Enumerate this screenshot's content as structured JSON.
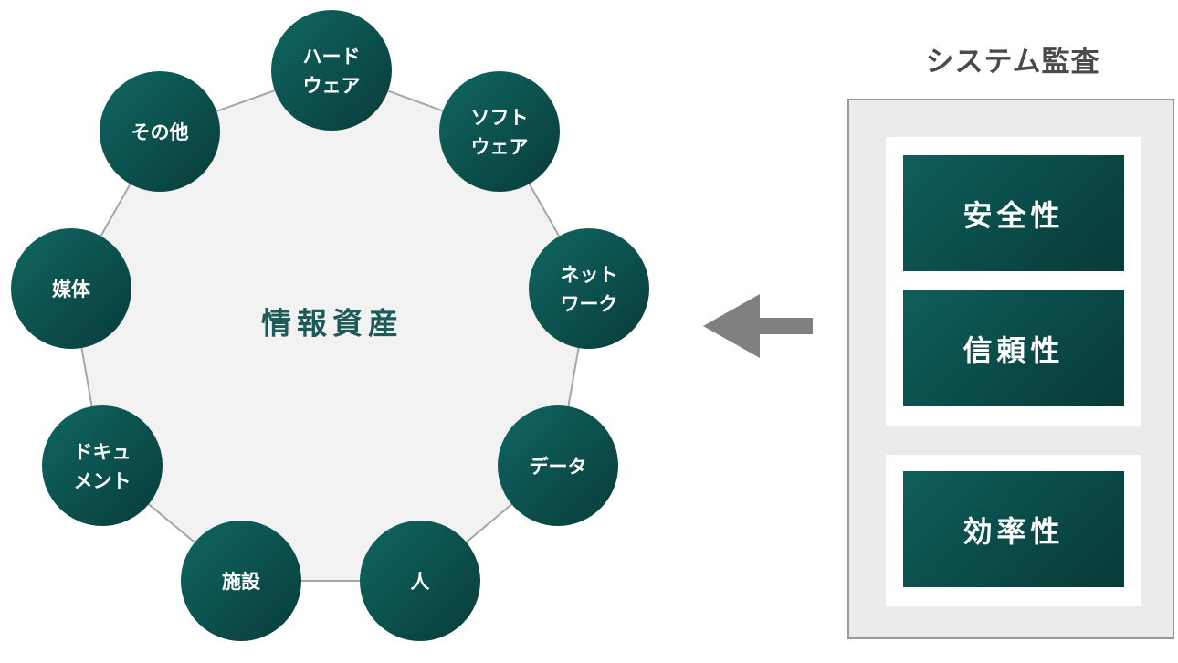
{
  "center": {
    "label": "情報資産"
  },
  "assets": [
    {
      "id": "hardware",
      "lines": [
        "ハード",
        "ウェア"
      ]
    },
    {
      "id": "software",
      "lines": [
        "ソフト",
        "ウェア"
      ]
    },
    {
      "id": "network",
      "lines": [
        "ネット",
        "ワーク"
      ]
    },
    {
      "id": "data",
      "lines": [
        "データ"
      ]
    },
    {
      "id": "people",
      "lines": [
        "人"
      ]
    },
    {
      "id": "facilities",
      "lines": [
        "施設"
      ]
    },
    {
      "id": "documents",
      "lines": [
        "ドキュ",
        "メント"
      ]
    },
    {
      "id": "media",
      "lines": [
        "媒体"
      ]
    },
    {
      "id": "other",
      "lines": [
        "その他"
      ]
    }
  ],
  "audit": {
    "title": "システム監査",
    "criteria": [
      "安全性",
      "信頼性",
      "効率性"
    ]
  },
  "colors": {
    "node_dark": "#0a4a47",
    "node_light": "#106661",
    "center_fill": "#f2f2f2",
    "center_text": "#1e5a57",
    "arrow": "#808080",
    "panel_bg": "#ebebeb",
    "panel_border": "#9a9a9a",
    "title_text": "#4a4a4a"
  }
}
